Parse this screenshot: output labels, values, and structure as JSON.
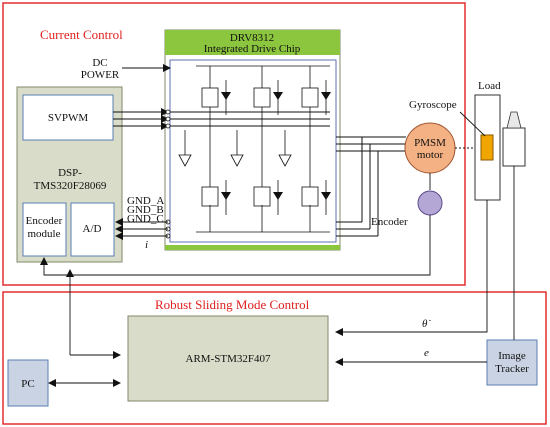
{
  "current_control": {
    "title": "Current Control"
  },
  "robust_control": {
    "title": "Robust Sliding Mode Control"
  },
  "drv": {
    "title": "DRV8312",
    "subtitle": "Integrated Drive Chip"
  },
  "dc_power": {
    "line1": "DC",
    "line2": "POWER"
  },
  "dsp": {
    "svpwm": "SVPWM",
    "line1": "DSP-",
    "line2": "TMS320F28069",
    "encoder_line1": "Encoder",
    "encoder_line2": "module",
    "ad": "A/D"
  },
  "gnd": {
    "a": "GND_A",
    "b": "GND_B",
    "c": "GND_C"
  },
  "current_symbol": "i",
  "pmsm": {
    "line1": "PMSM",
    "line2": "motor"
  },
  "encoder_label": "Encoder",
  "load_label": "Load",
  "gyroscope_label": "Gyroscope",
  "theta_dot_symbol": "θ̇",
  "error_symbol": "e",
  "arm": {
    "label": "ARM-STM32F407"
  },
  "image_tracker": {
    "line1": "Image",
    "line2": "Tracker"
  },
  "pc": {
    "label": "PC"
  },
  "colors": {
    "frame_red": "#e02020",
    "drv_green": "#8cc63f",
    "block_fill": "#d9dcc8",
    "block_border": "#7f8a6a",
    "svpwm_border": "#5a7fb5",
    "pc_fill": "#c9d3e3",
    "pmsm_fill": "#f4b183",
    "encoder_fill": "#b4a7d6",
    "gyro_fill": "#f0a500"
  }
}
